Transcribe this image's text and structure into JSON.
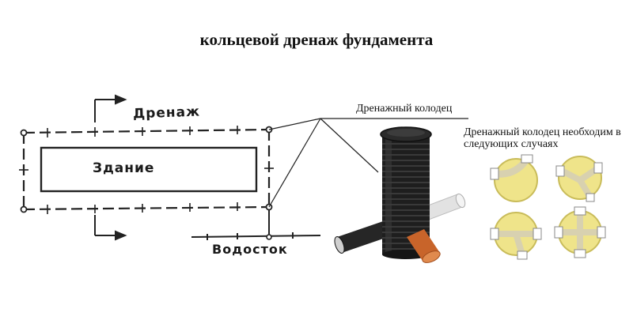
{
  "title": "кольцевой дренаж фундамента",
  "sketch": {
    "drain_label": "Дренаж",
    "building_label": "Здание",
    "outlet_label": "Водосток"
  },
  "well": {
    "label": "Дренажный колодец"
  },
  "cases": {
    "caption_line1": "Дренажный колодец необходим в",
    "caption_line2": "следующих случаях"
  },
  "colors": {
    "pipe_orange": "#c8642a",
    "well_black": "#1e1e1e",
    "disc_yellow": "#efe48a",
    "disc_border": "#c9bc5a"
  }
}
